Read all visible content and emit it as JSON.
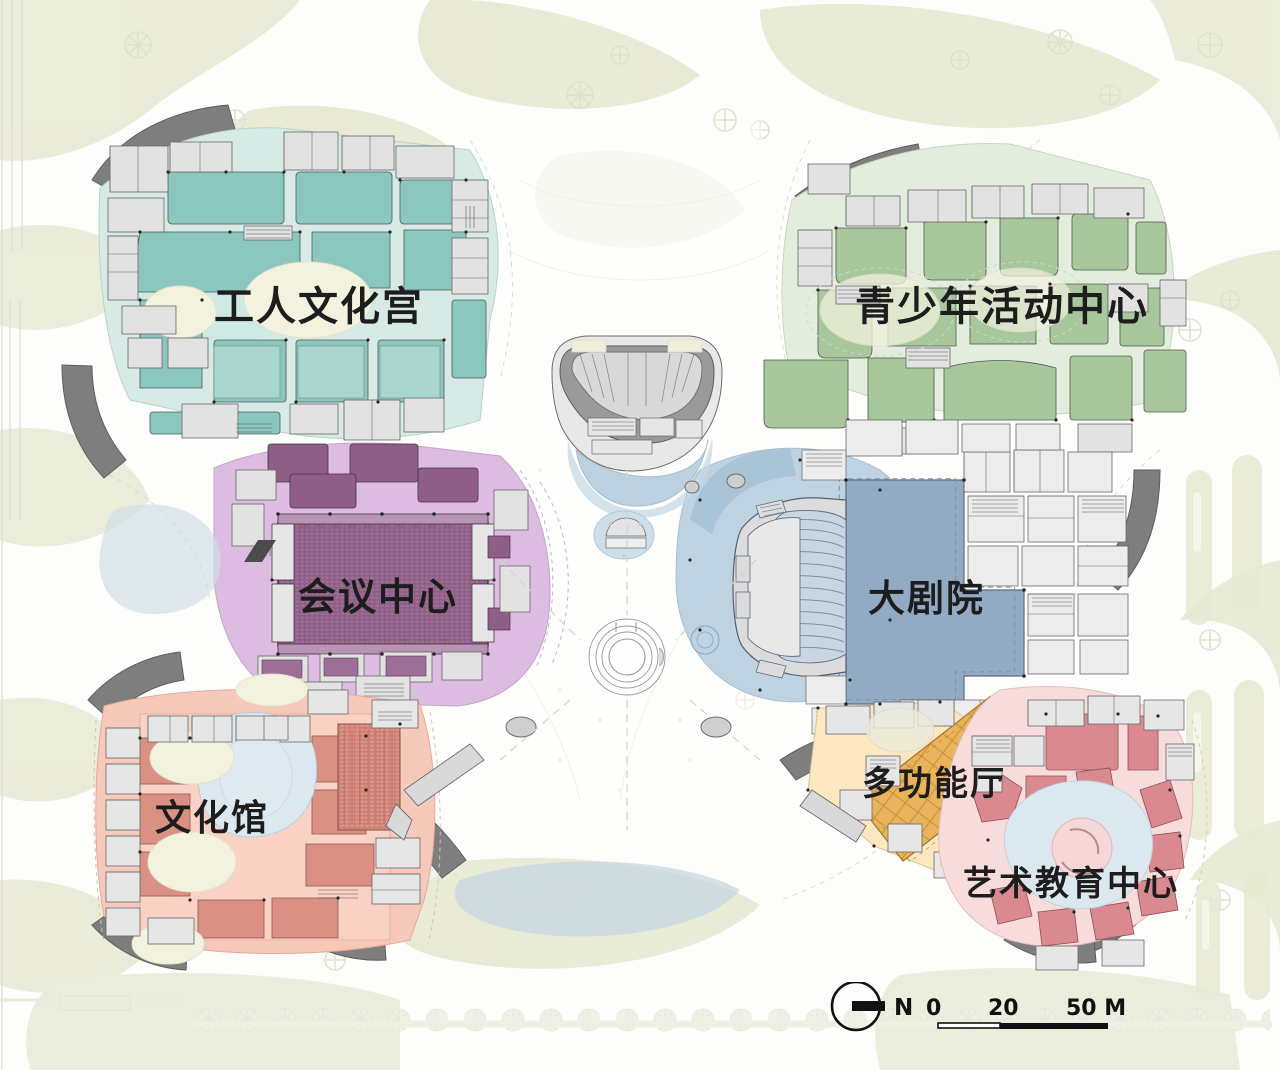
{
  "drawing": {
    "type": "architectural-site-plan",
    "title_implied": "Cultural Complex Master Plan",
    "background_color": "#fdfdfb"
  },
  "buildings": [
    {
      "id": "workers-cultural-palace",
      "label": "工人文化宫",
      "color": "#7fc4bb",
      "fill_light": "#cfe9e4",
      "role": "north-west block"
    },
    {
      "id": "youth-activity-center",
      "label": "青少年活动中心",
      "color": "#9dc193",
      "fill_light": "#dfeadb",
      "role": "north-east block"
    },
    {
      "id": "conference-center",
      "label": "会议中心",
      "color": "#8e5e86",
      "fill_light": "#ddbfe0",
      "role": "centre-west block"
    },
    {
      "id": "grand-theatre",
      "label": "大剧院",
      "color": "#93aac4",
      "fill_light": "#c3d6e5",
      "role": "centre-east block"
    },
    {
      "id": "cultural-centre",
      "label": "文化馆",
      "color": "#d08b7e",
      "fill_light": "#f6c7b9",
      "role": "south-west block"
    },
    {
      "id": "multifunction-hall",
      "label": "多功能厅",
      "color": "#e0a53f",
      "fill_light": "#fae2b8",
      "role": "south-east hall"
    },
    {
      "id": "art-education-center",
      "label": "艺术教育中心",
      "color": "#d28b92",
      "fill_light": "#f8d9d8",
      "role": "south-east block"
    }
  ],
  "legend": {
    "north_label": "N",
    "scale_ticks": [
      "0",
      "20",
      "50 M"
    ],
    "scale_unit": "M",
    "scale_min": 0,
    "scale_mid": 20,
    "scale_max": 50
  },
  "palette": {
    "paper": "#fdfdfb",
    "green_open_space": "#e7ead3",
    "water": "#c2d4e2",
    "grey_roof": "#e0e0e0",
    "dark_canopy": "#7d7d7d",
    "line": "#5a5a5a",
    "plaza": "#ffffff"
  }
}
